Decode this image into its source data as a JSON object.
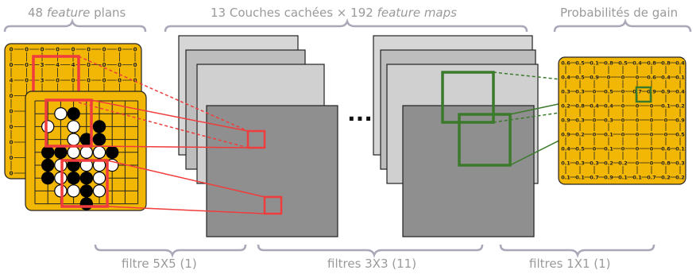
{
  "titles": {
    "input_count": "48",
    "input_italic": "feature",
    "input_rest": "plans",
    "hidden_prefix": "13 Couches cachées × 192",
    "hidden_italic": "feature maps",
    "output": "Probabilités de gain"
  },
  "footers": {
    "filter_5x5": "filtre 5X5 (1)",
    "filter_3x3": "filtres 3X3 (11)",
    "filter_1x1": "filtres 1X1 (1)"
  },
  "ellipsis": "...",
  "center_value": "0.7",
  "input_plane_rows": [
    [
      "0",
      "0",
      "0",
      "0",
      "0",
      "0",
      "0",
      "0",
      "0"
    ],
    [
      "0",
      "0",
      "3",
      "4",
      "4",
      "0",
      "0",
      "0",
      "0"
    ],
    [
      "4",
      "0",
      "3",
      "0",
      "0",
      "0",
      "0",
      "0",
      "0"
    ]
  ],
  "output_grid": [
    [
      "0.6",
      "0.5",
      "0.1",
      "0.8",
      "0.5",
      "0.4",
      "0.8",
      "0.8",
      "0.4"
    ],
    [
      "0.4",
      "0.5",
      "0.9",
      "0",
      "0",
      "0",
      "0.6",
      "0.4",
      "0.1"
    ],
    [
      "0.3",
      "0.3",
      "0",
      "0.5",
      "0",
      "0.7",
      "0.9",
      "0.9",
      "0.4"
    ],
    [
      "0.2",
      "0.8",
      "0.4",
      "0.4",
      "0",
      "0",
      "0",
      "0.1",
      "0.2"
    ],
    [
      "0.9",
      "0.3",
      "0",
      "0.3",
      "0",
      "0",
      "0",
      "0",
      "0.9"
    ],
    [
      "0.9",
      "0.2",
      "0",
      "0.1",
      "0",
      "0",
      "0",
      "0",
      "0.5"
    ],
    [
      "0.4",
      "0.5",
      "0",
      "0.1",
      "0",
      "0",
      "0",
      "0.6",
      "0.1"
    ],
    [
      "0.1",
      "0.3",
      "0.3",
      "0.2",
      "0.2",
      "0",
      "0",
      "0.8",
      "0.3"
    ],
    [
      "0.1",
      "0.1",
      "0.7",
      "0.9",
      "0.1",
      "0.1",
      "0.7",
      "0.2",
      "0.2"
    ]
  ],
  "go_board": {
    "size": 9,
    "stones": [
      {
        "r": 1,
        "c": 2,
        "color": "white"
      },
      {
        "r": 1,
        "c": 3,
        "color": "black"
      },
      {
        "r": 2,
        "c": 1,
        "color": "white"
      },
      {
        "r": 2,
        "c": 3,
        "color": "white"
      },
      {
        "r": 2,
        "c": 5,
        "color": "black"
      },
      {
        "r": 3,
        "c": 3,
        "color": "white"
      },
      {
        "r": 3,
        "c": 4,
        "color": "black"
      },
      {
        "r": 3,
        "c": 5,
        "color": "black"
      },
      {
        "r": 4,
        "c": 1,
        "color": "black"
      },
      {
        "r": 4,
        "c": 2,
        "color": "black"
      },
      {
        "r": 4,
        "c": 3,
        "color": "white"
      },
      {
        "r": 4,
        "c": 4,
        "color": "white"
      },
      {
        "r": 4,
        "c": 5,
        "color": "white"
      },
      {
        "r": 4,
        "c": 6,
        "color": "black"
      },
      {
        "r": 5,
        "c": 1,
        "color": "black"
      },
      {
        "r": 5,
        "c": 2,
        "color": "white"
      },
      {
        "r": 5,
        "c": 3,
        "color": "black"
      },
      {
        "r": 5,
        "c": 4,
        "color": "white"
      },
      {
        "r": 5,
        "c": 5,
        "color": "white"
      },
      {
        "r": 5,
        "c": 6,
        "color": "white"
      },
      {
        "r": 6,
        "c": 1,
        "color": "black"
      },
      {
        "r": 6,
        "c": 2,
        "color": "white"
      },
      {
        "r": 6,
        "c": 3,
        "color": "black"
      },
      {
        "r": 6,
        "c": 4,
        "color": "black"
      },
      {
        "r": 6,
        "c": 5,
        "color": "white"
      },
      {
        "r": 7,
        "c": 2,
        "color": "white"
      },
      {
        "r": 7,
        "c": 3,
        "color": "white"
      },
      {
        "r": 7,
        "c": 4,
        "color": "black"
      },
      {
        "r": 7,
        "c": 5,
        "color": "white"
      },
      {
        "r": 8,
        "c": 4,
        "color": "black"
      }
    ]
  },
  "colors": {
    "board": "#f2b705",
    "accent_red": "#f03c3c",
    "accent_green": "#3a7a2a",
    "brace": "#a8a8b8",
    "label": "#9a9a9a"
  }
}
